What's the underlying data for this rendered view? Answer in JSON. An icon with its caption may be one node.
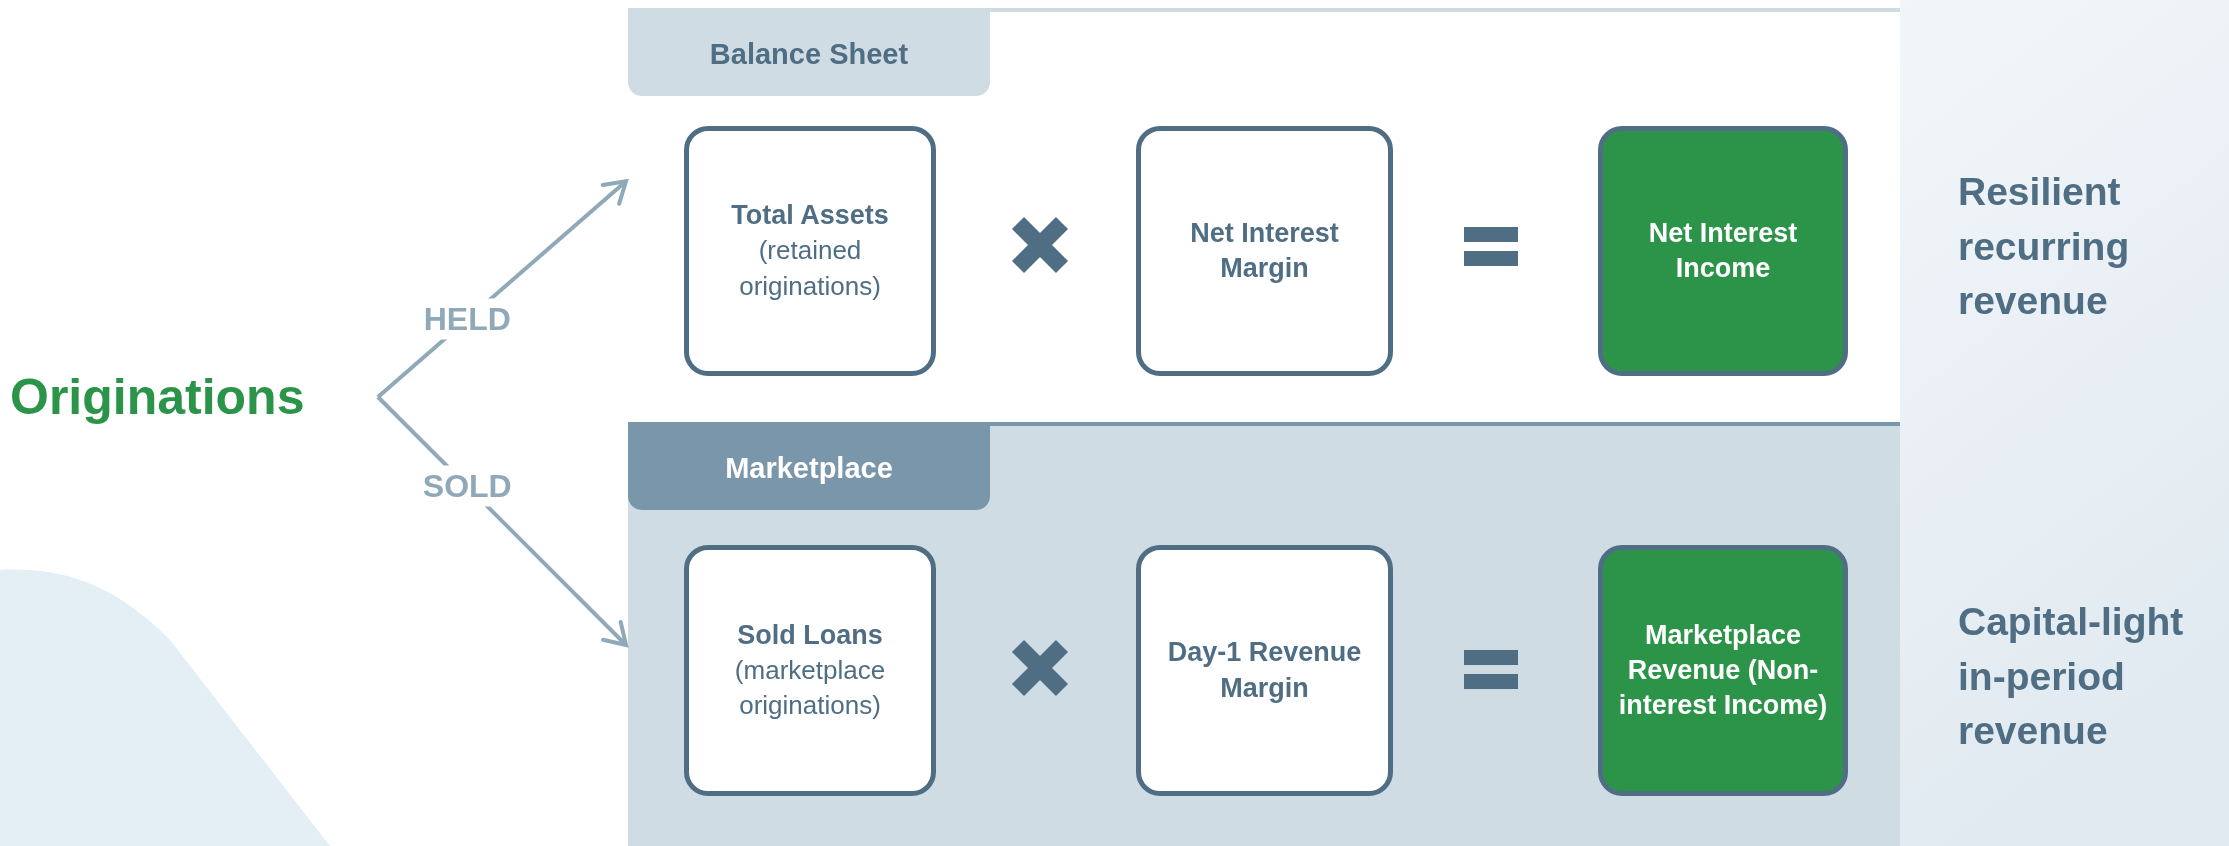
{
  "diagram": {
    "nodes": [
      {
        "text": [
          "Originations"
        ]
      },
      {
        "text": [
          "Balance Sheet"
        ]
      },
      {
        "text": [
          "Total Assets",
          "(retained originations)"
        ],
        "in": 1
      },
      {
        "text": [
          "Net Interest Margin"
        ],
        "in": 1
      },
      {
        "text": [
          "Net Interest Income"
        ],
        "in": 1
      },
      {
        "text": [
          "Marketplace"
        ]
      },
      {
        "text": [
          "Sold Loans",
          "(marketplace originations)"
        ],
        "in": 5
      },
      {
        "text": [
          "Day-1 Revenue Margin"
        ],
        "in": 5
      },
      {
        "text": [
          "Marketplace Revenue (Non-interest Income)"
        ],
        "in": 5
      }
    ],
    "edges": [
      {
        "from": 0,
        "to": 1,
        "arrow": "to",
        "label": "HELD"
      },
      {
        "from": 0,
        "to": 5,
        "arrow": "to",
        "label": "SOLD"
      }
    ],
    "labels": [
      "Resilient recurring revenue",
      "Capital-light in-period revenue"
    ]
  }
}
